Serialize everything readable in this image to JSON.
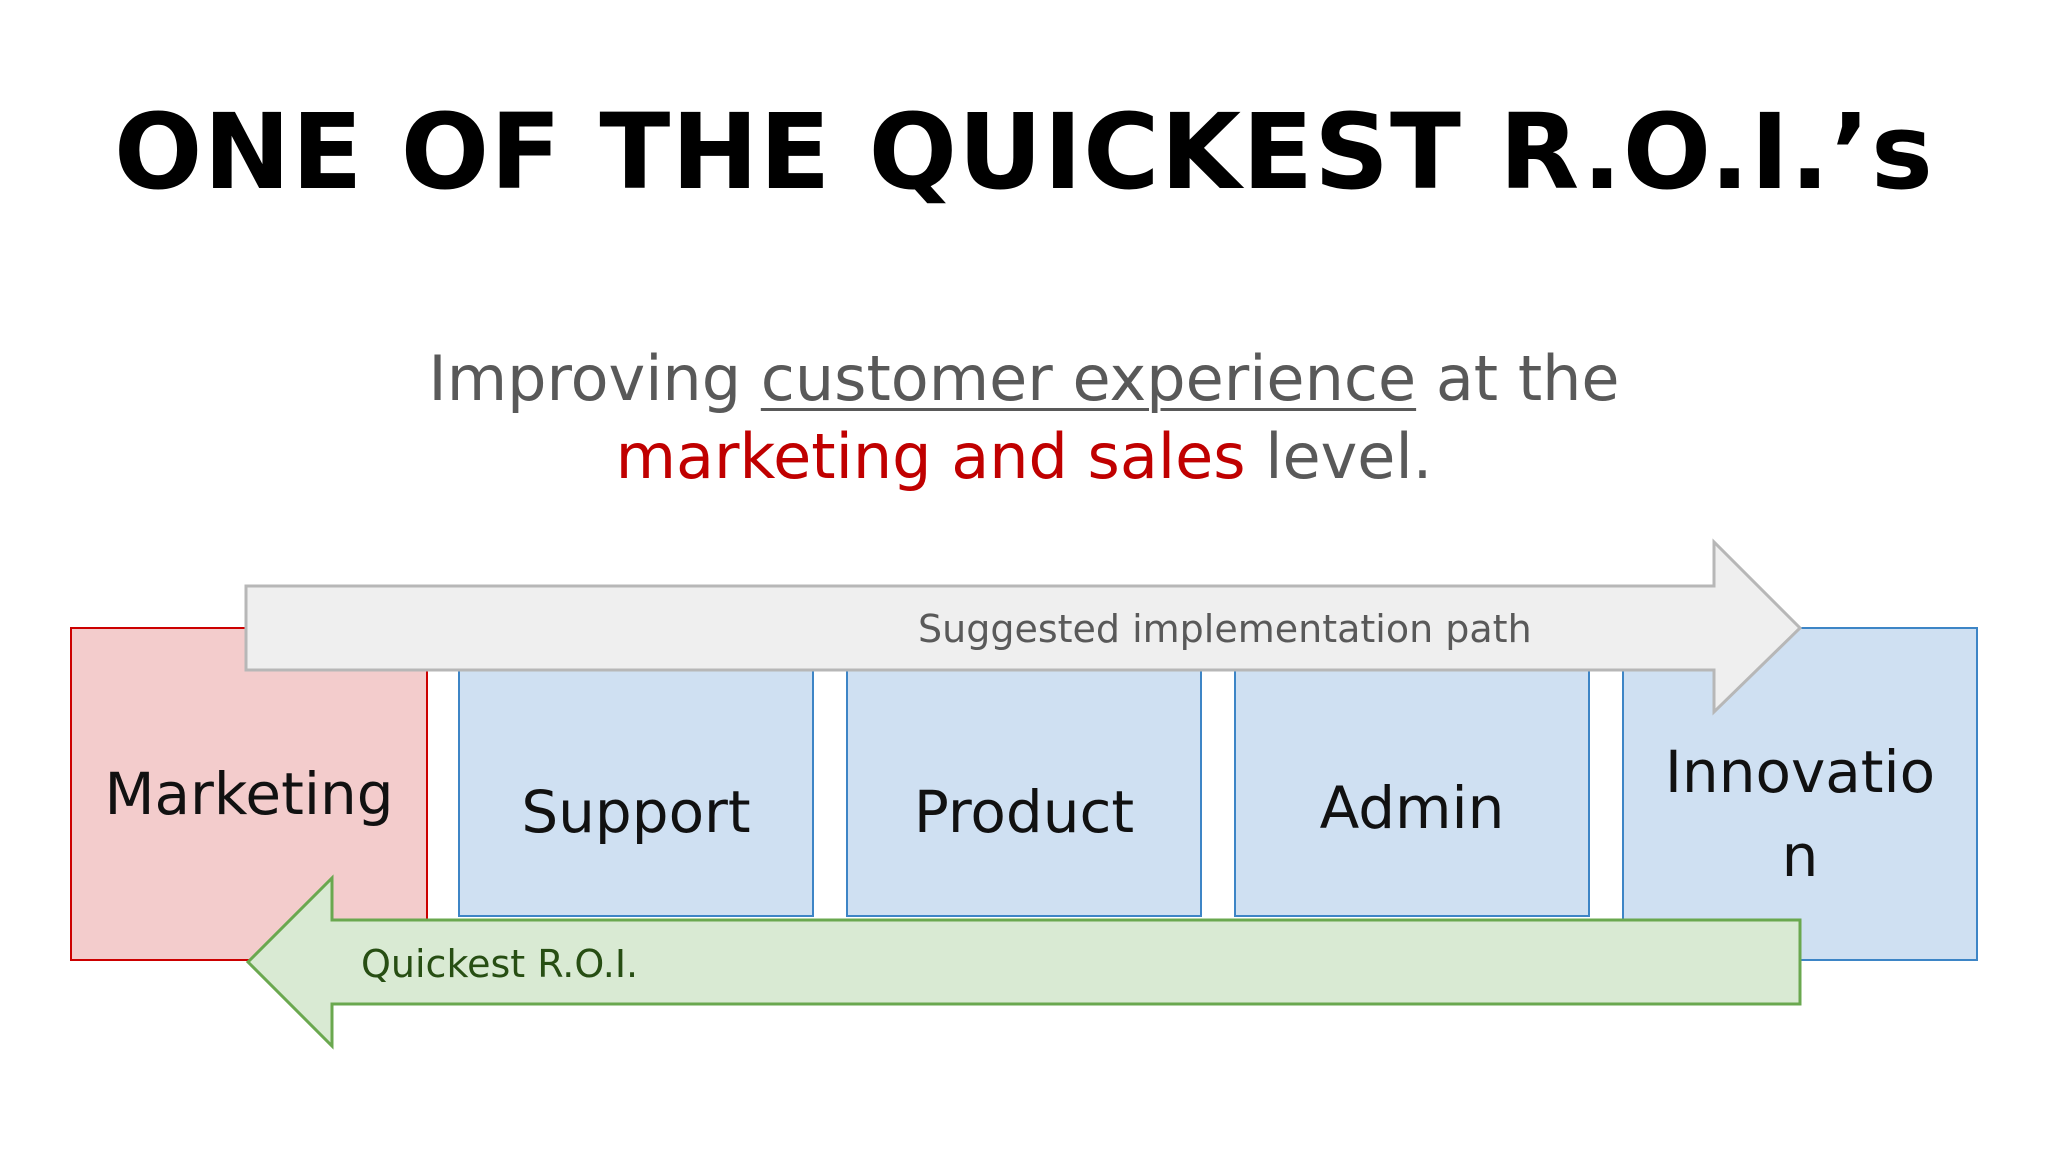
{
  "slide": {
    "title": "ONE OF THE QUICKEST R.O.I.’s",
    "subtitle": {
      "part1": "Improving ",
      "underlined": "customer experience",
      "part2": " at the",
      "accent": "marketing and sales",
      "part3": " level."
    }
  },
  "boxes": [
    {
      "label": "Marketing"
    },
    {
      "label": "Support"
    },
    {
      "label": "Product"
    },
    {
      "label": "Admin"
    },
    {
      "label": "Innovatio\nn"
    }
  ],
  "arrows": {
    "forward_label": "Suggested implementation path",
    "back_label": "Quickest R.O.I."
  },
  "colors": {
    "accent_red": "#c00000",
    "marketing_fill": "#f3cccc",
    "marketing_border": "#cc0000",
    "box_fill": "#cfe0f2",
    "box_border": "#3d85c6",
    "forward_arrow_fill": "#efefef",
    "forward_arrow_border": "#b7b7b7",
    "back_arrow_fill": "#d9ead3",
    "back_arrow_border": "#6aa84f"
  }
}
